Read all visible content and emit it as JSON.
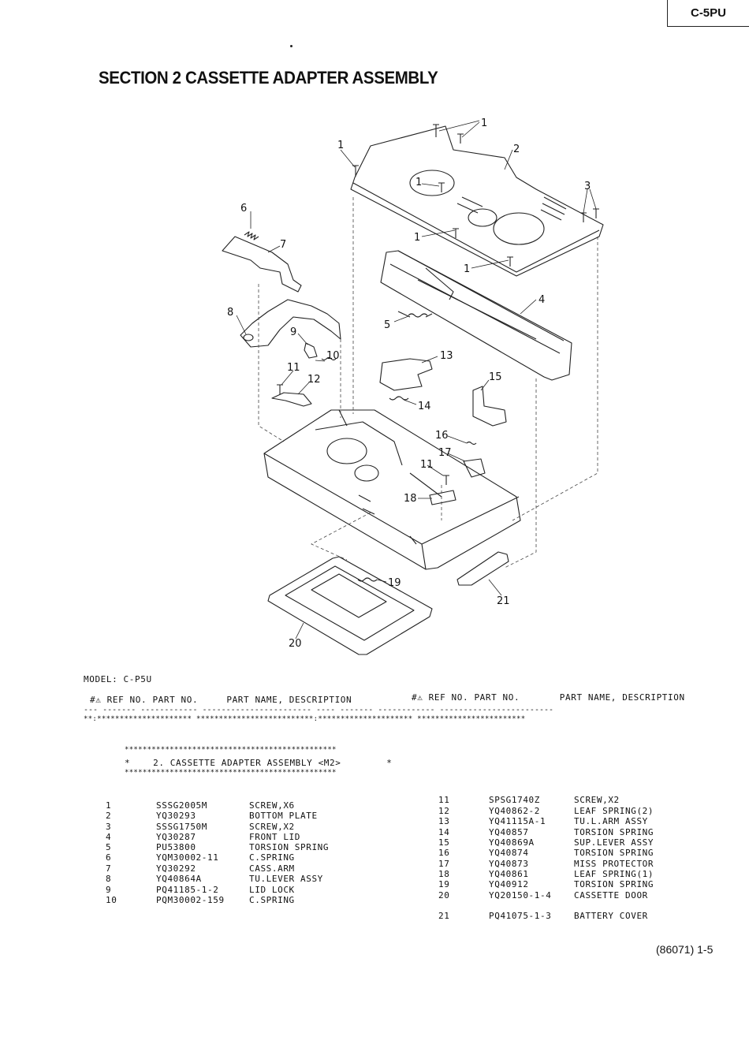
{
  "header": {
    "model_tag": "C-5PU",
    "section_title": "SECTION 2  CASSETTE ADAPTER ASSEMBLY"
  },
  "diagram": {
    "callouts": [
      "1",
      "1",
      "1",
      "1",
      "1",
      "2",
      "3",
      "4",
      "5",
      "6",
      "7",
      "8",
      "9",
      "10",
      "11",
      "12",
      "13",
      "14",
      "15",
      "16",
      "17",
      "11",
      "18",
      "19",
      "20",
      "21"
    ]
  },
  "parts_list": {
    "model_line": "MODEL: C-P5U",
    "col_headers_left": "#⚠ REF NO. PART NO.     PART NAME, DESCRIPTION",
    "col_headers_right": "#⚠ REF NO. PART NO.       PART NAME, DESCRIPTION",
    "dash_line": "--- ------- ------------  ----------------------- ---- ------- ------------  ------------------------",
    "star_line": "**:*********************  **************************:*********************  ************************",
    "box_top": "***********************************************",
    "box_title": "*    2. CASSETTE ADAPTER ASSEMBLY <M2>        *",
    "box_bottom": "***********************************************",
    "items_left": [
      {
        "ref": "1",
        "part": "SSSG2005M",
        "desc": "SCREW,X6"
      },
      {
        "ref": "2",
        "part": "YQ30293",
        "desc": "BOTTOM PLATE"
      },
      {
        "ref": "3",
        "part": "SSSG1750M",
        "desc": "SCREW,X2"
      },
      {
        "ref": "4",
        "part": "YQ30287",
        "desc": "FRONT LID"
      },
      {
        "ref": "5",
        "part": "PU53800",
        "desc": "TORSION SPRING"
      },
      {
        "ref": "6",
        "part": "YQM30002-11",
        "desc": "C.SPRING"
      },
      {
        "ref": "7",
        "part": "YQ30292",
        "desc": "CASS.ARM"
      },
      {
        "ref": "8",
        "part": "YQ40864A",
        "desc": "TU.LEVER ASSY"
      },
      {
        "ref": "9",
        "part": "PQ41185-1-2",
        "desc": "LID LOCK"
      },
      {
        "ref": "10",
        "part": "PQM30002-159",
        "desc": "C.SPRING"
      }
    ],
    "items_right": [
      {
        "ref": "11",
        "part": "SPSG1740Z",
        "desc": "SCREW,X2"
      },
      {
        "ref": "12",
        "part": "YQ40862-2",
        "desc": "LEAF SPRING(2)"
      },
      {
        "ref": "13",
        "part": "YQ41115A-1",
        "desc": "TU.L.ARM ASSY"
      },
      {
        "ref": "14",
        "part": "YQ40857",
        "desc": "TORSION SPRING"
      },
      {
        "ref": "15",
        "part": "YQ40869A",
        "desc": "SUP.LEVER ASSY"
      },
      {
        "ref": "16",
        "part": "YQ40874",
        "desc": "TORSION SPRING"
      },
      {
        "ref": "17",
        "part": "YQ40873",
        "desc": "MISS PROTECTOR"
      },
      {
        "ref": "18",
        "part": "YQ40861",
        "desc": "LEAF SPRING(1)"
      },
      {
        "ref": "19",
        "part": "YQ40912",
        "desc": "TORSION SPRING"
      },
      {
        "ref": "20",
        "part": "YQ20150-1-4",
        "desc": "CASSETTE DOOR"
      },
      {
        "ref": "21",
        "part": "PQ41075-1-3",
        "desc": "BATTERY COVER"
      }
    ]
  },
  "footer": {
    "page_number": "(86071) 1-5"
  }
}
